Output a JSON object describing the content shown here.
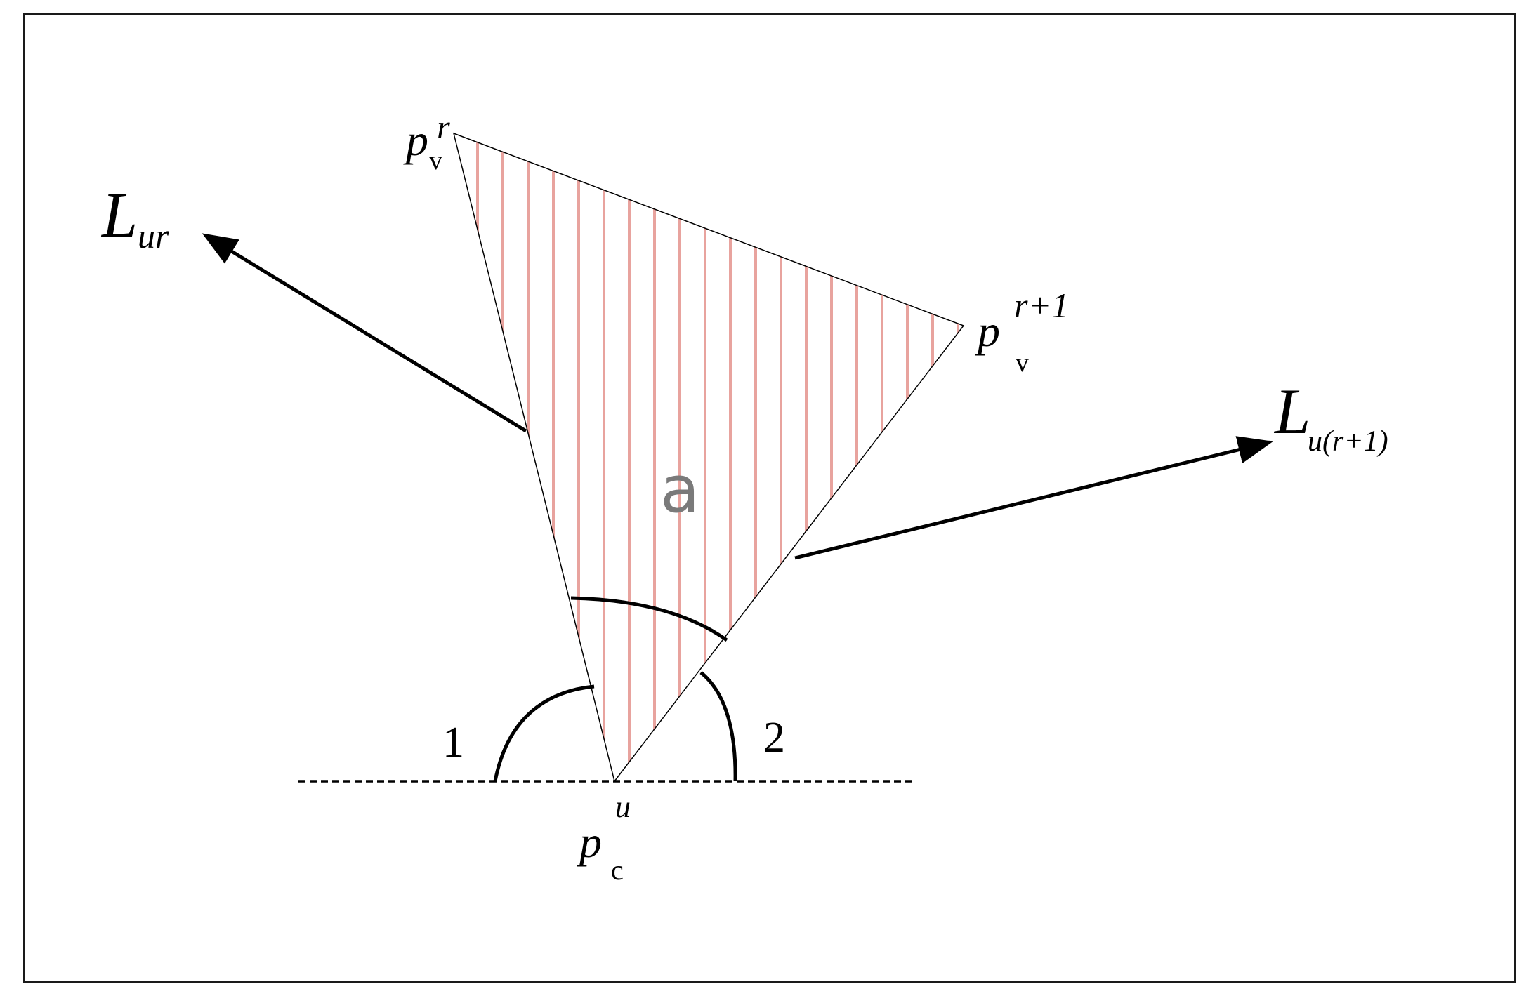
{
  "diagram": {
    "area_label": "a",
    "angle_labels": {
      "left": "1",
      "right": "2"
    },
    "vertex_top_left": {
      "base": "p",
      "sub": "v",
      "sup": "r"
    },
    "vertex_right": {
      "base": "p",
      "sub": "v",
      "sup": "r+1"
    },
    "vertex_bottom": {
      "base": "p",
      "sub": "c",
      "sup": "u"
    },
    "arrow_left": {
      "base": "L",
      "sub": "ur"
    },
    "arrow_right": {
      "base": "L",
      "sub": "u(r+1)"
    },
    "colors": {
      "hatch": "#e8a39e",
      "lines": "#000000",
      "area_text": "#7a7a7a",
      "frame": "#1a1a1a"
    }
  }
}
